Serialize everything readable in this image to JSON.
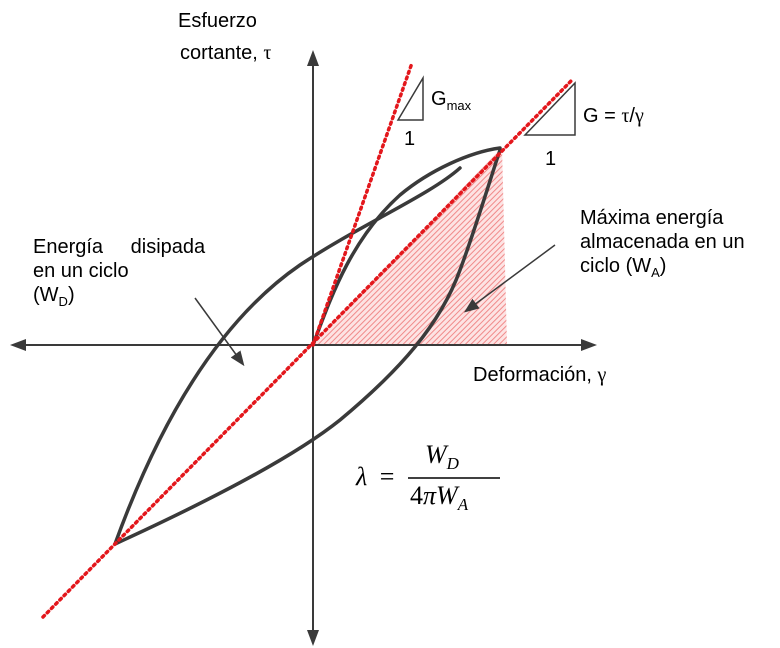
{
  "y_axis": {
    "line1": "Esfuerzo",
    "line2_text": "cortante,",
    "symbol": "τ"
  },
  "x_axis": {
    "text": "Deformación,",
    "symbol": "γ"
  },
  "gmax_triangle": {
    "label_main": "G",
    "label_sub": "max",
    "run": "1"
  },
  "g_triangle": {
    "label_main": "G =",
    "tau": "τ",
    "slash": "/",
    "gamma": "γ",
    "run": "1"
  },
  "dissipated": {
    "line1_a": "Energía",
    "line1_b": "disipada",
    "line2": "en un ciclo",
    "line3_open": "(W",
    "line3_sub": "D",
    "line3_close": ")"
  },
  "stored": {
    "line1": "Máxima energía",
    "line2": "almacenada en un",
    "line3_open": "ciclo (W",
    "line3_sub": "A",
    "line3_close": ")"
  },
  "formula": {
    "lambda": "λ",
    "equals": "=",
    "num_main": "W",
    "num_sub": "D",
    "den_coef": "4",
    "den_pi": "π",
    "den_main": "W",
    "den_sub": "A"
  },
  "colors": {
    "curve": "#3a3a3a",
    "dotted": "#e3171c",
    "hatch": "#f08a8a"
  }
}
